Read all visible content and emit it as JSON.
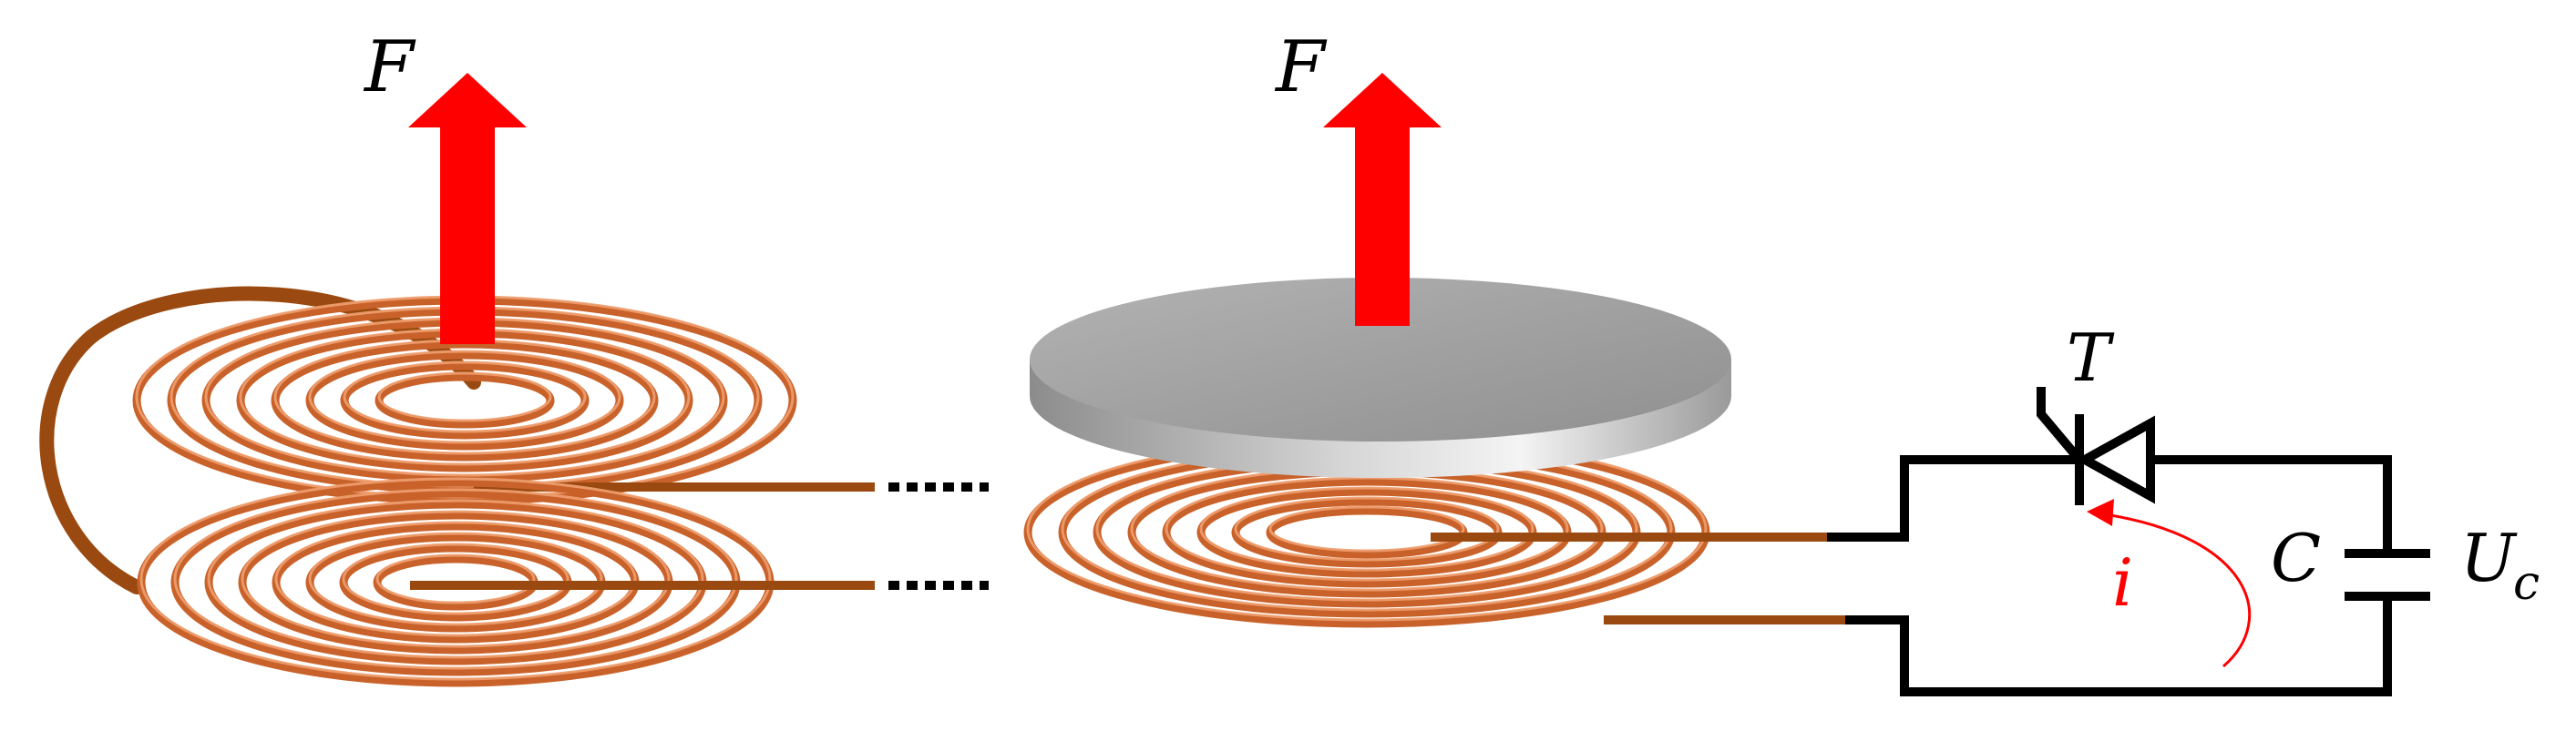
{
  "labels": {
    "force_left": "F",
    "force_middle": "F",
    "thyristor": "T",
    "capacitor": "C",
    "voltage_main": "U",
    "voltage_sub": "c",
    "current": "i"
  },
  "colors": {
    "force_arrow": "#ff0000",
    "copper": "#c8622a",
    "copper_highlight": "#f0a070",
    "lead": "#9a4a10",
    "plate_top": "#a8a8a8",
    "plate_side": "#c2c2c2",
    "wire": "#000000",
    "current": "#ff0000"
  }
}
